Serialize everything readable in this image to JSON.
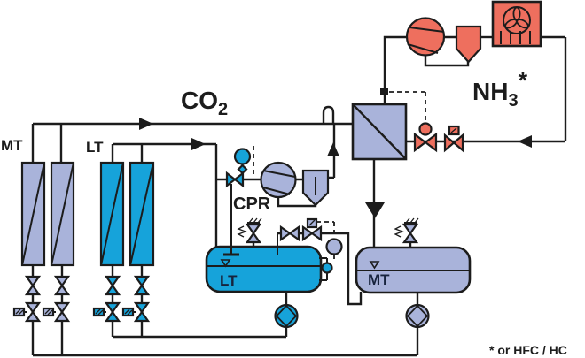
{
  "labels": {
    "co2_main": "CO",
    "co2_sub": "2",
    "nh3_main": "NH",
    "nh3_sub": "3",
    "nh3_star": "*",
    "mt_evaporators": "MT",
    "lt_evaporators": "LT",
    "cpr": "CPR",
    "lt_vessel": "LT",
    "mt_vessel": "MT",
    "footnote": "* or HFC / HC"
  },
  "colors": {
    "co2_component": "#a9b3da",
    "lt_component": "#16a3da",
    "nh3_component": "#ee6f5e",
    "line": "#1c1c1c",
    "label_dark": "#17233d",
    "background": "#ffffff"
  },
  "symbols": [
    "mt-evaporator",
    "lt-evaporator",
    "shutoff-valve-icon",
    "solenoid-valve-icon",
    "pilot-regulator-icon",
    "compressor-icon",
    "oil-separator-icon",
    "cascade-heat-exchanger-icon",
    "air-cooled-condenser-icon",
    "fan-icon",
    "motorized-expansion-valve-icon",
    "separator-vessel",
    "liquid-pump-icon",
    "relief-valve-icon",
    "level-sensor-icon",
    "float-switch-icon",
    "flow-arrow-icon",
    "level-indicator-icon"
  ]
}
